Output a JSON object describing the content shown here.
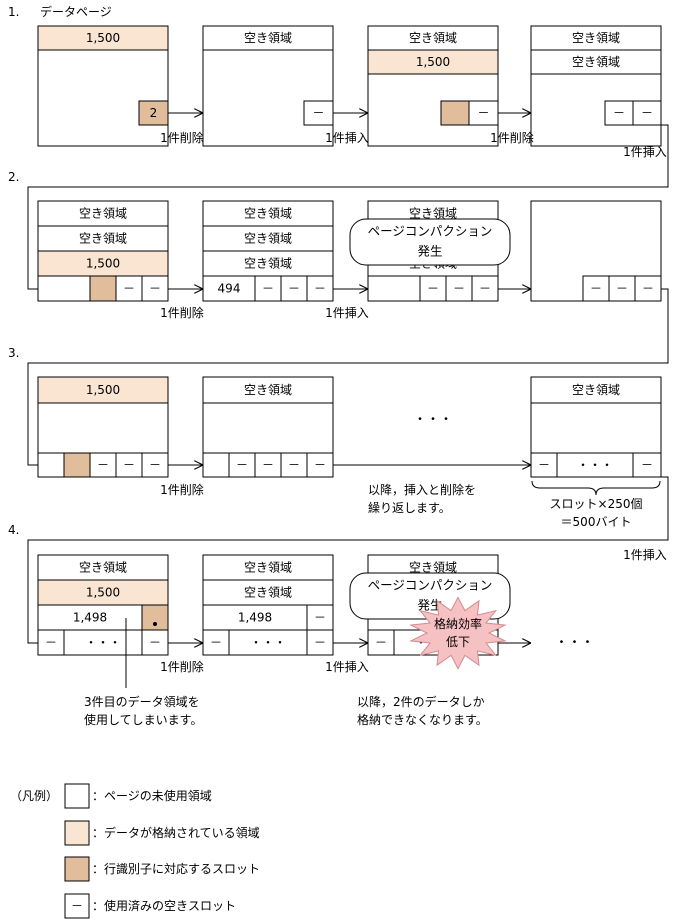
{
  "sections": [
    "1.",
    "2.",
    "3.",
    "4."
  ],
  "section1_title": "データページ",
  "labels": {
    "free": "空き領域",
    "data": "1,500",
    "data_498": "1,498",
    "slot_2": "2",
    "slot_494": "494",
    "empty_slot": "－",
    "dots": "・・・"
  },
  "ops": {
    "delete": "1件削除",
    "insert": "1件挿入"
  },
  "callouts": {
    "compaction": [
      "ページコンパクション",
      "発生"
    ],
    "efficiency": [
      "格納効率",
      "低下"
    ]
  },
  "notes": {
    "repeat": [
      "以降，挿入と削除を",
      "繰り返します。"
    ],
    "slots": [
      "スロット×250個",
      "＝500バイト"
    ],
    "third": [
      "3件目のデータ領域を",
      "使用してしまいます。"
    ],
    "only2": [
      "以降，2件のデータしか",
      "格納できなくなります。"
    ]
  },
  "legend": {
    "title": "（凡例）",
    "items": [
      {
        "text": "：ページの未使用領域",
        "kind": "white"
      },
      {
        "text": "：データが格納されている領域",
        "kind": "data"
      },
      {
        "text": "：行識別子に対応するスロット",
        "kind": "slot"
      },
      {
        "text": "：使用済みの空きスロット",
        "kind": "dash"
      }
    ]
  },
  "colors": {
    "data_fill": "#fae5d3",
    "slot_fill": "#e1bd9c",
    "burst_fill": "#f6c1c3",
    "burst_stroke": "#d58a8e",
    "line": "#000000"
  }
}
